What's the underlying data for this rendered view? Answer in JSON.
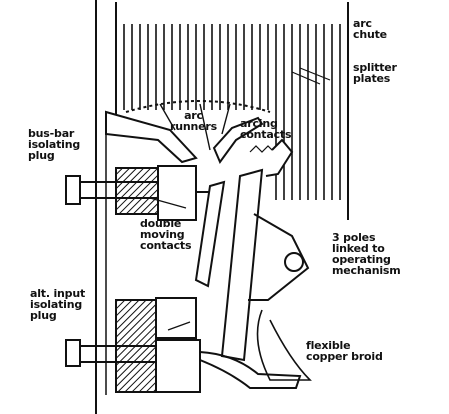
{
  "labels": {
    "arc_chute": [
      "arc",
      "chute"
    ],
    "splitter_plates": [
      "splitter",
      "plates"
    ],
    "arc_runners": [
      "arc",
      "runners"
    ],
    "arcing_contacts": [
      "arcing",
      "contacts"
    ],
    "bus_bar_plug": [
      "bus-bar",
      "isolating",
      "plug"
    ],
    "double_moving_contacts": [
      "double",
      "moving",
      "contacts"
    ],
    "poles_linked": [
      "3 poles",
      "linked to",
      "operating",
      "mechanism"
    ],
    "alt_input_plug": [
      "alt. input",
      "isolating",
      "plug"
    ],
    "flexible_braid": [
      "flexible",
      "copper broid"
    ]
  },
  "colors": {
    "ink": "#111111",
    "background": "#ffffff"
  }
}
